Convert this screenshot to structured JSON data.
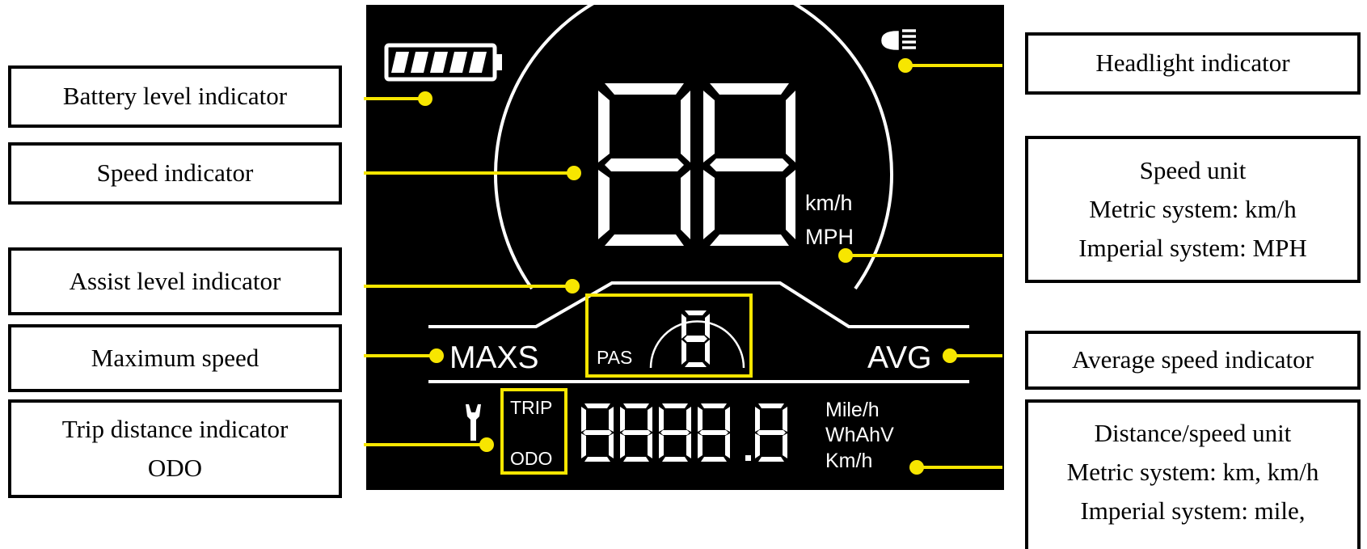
{
  "colors": {
    "display_bg": "#000000",
    "segment": "#ffffff",
    "callout": "#f7e600",
    "page_bg": "#ffffff",
    "border": "#000000"
  },
  "display": {
    "speed_unit_metric": "km/h",
    "speed_unit_imperial": "MPH",
    "max_label": "MAXS",
    "avg_label": "AVG",
    "pas_label": "PAS",
    "trip_label": "TRIP",
    "odo_label": "ODO",
    "unit_mile_h": "Mile/h",
    "unit_whahv": "WhAhV",
    "unit_km_h": "Km/h",
    "battery_icon": "battery-full-icon",
    "headlight_icon": "headlight-icon",
    "wrench_icon": "wrench-icon",
    "speed_digits_shown": "88",
    "pas_digit_shown": "8",
    "odometer_digits_shown": "8888.8"
  },
  "callouts": {
    "battery": "Battery level indicator",
    "speed": "Speed indicator",
    "assist": "Assist level indicator",
    "max_speed": "Maximum speed",
    "trip_line1": "Trip distance indicator",
    "trip_line2": "ODO",
    "headlight": "Headlight indicator",
    "speed_unit_line1": "Speed unit",
    "speed_unit_line2": "Metric system: km/h",
    "speed_unit_line3": "Imperial system: MPH",
    "avg_speed": "Average speed indicator",
    "distance_unit_line1": "Distance/speed unit",
    "distance_unit_line2": "Metric system: km, km/h",
    "distance_unit_line3": "Imperial system: mile,"
  }
}
